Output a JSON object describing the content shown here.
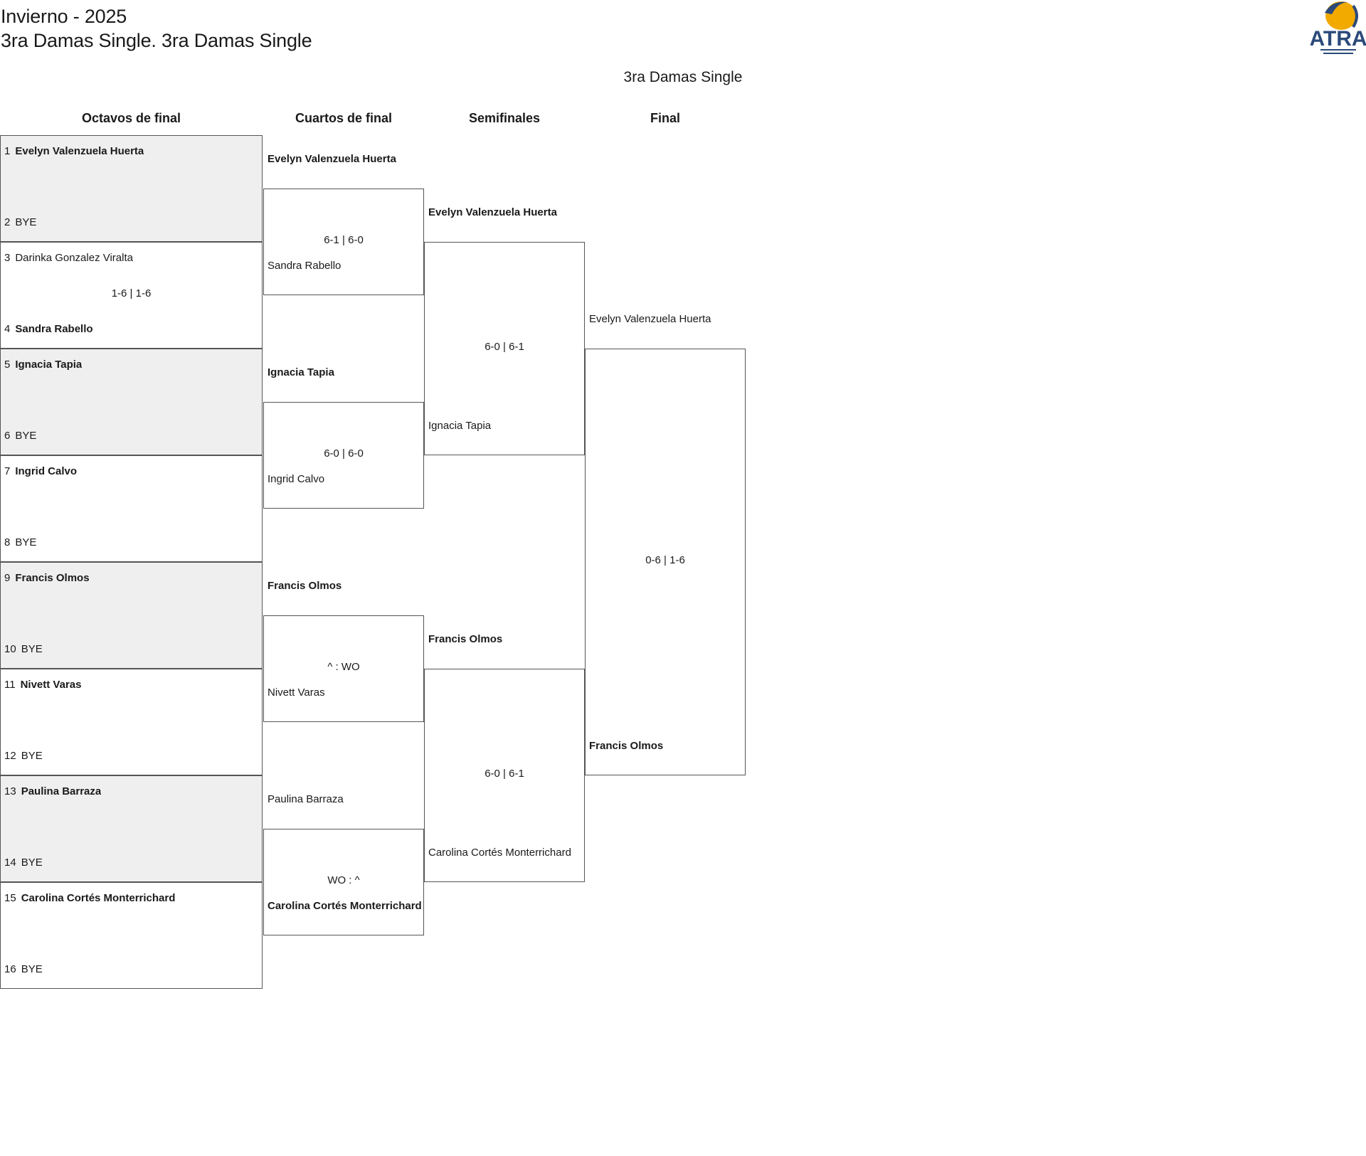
{
  "header": {
    "event": "Invierno - 2025",
    "category": "3ra Damas Single. 3ra Damas Single",
    "bracket_title": "3ra Damas Single",
    "logo_text": "ATRA"
  },
  "rounds": [
    "Octavos de final",
    "Cuartos de final",
    "Semifinales",
    "Final"
  ],
  "r16": [
    {
      "a_seed": "1",
      "a": "Evelyn Valenzuela Huerta",
      "a_win": true,
      "b_seed": "2",
      "b": "BYE",
      "b_win": false,
      "score": ""
    },
    {
      "a_seed": "3",
      "a": "Darinka Gonzalez Viralta",
      "a_win": false,
      "b_seed": "4",
      "b": "Sandra Rabello",
      "b_win": true,
      "score": "1-6 | 1-6"
    },
    {
      "a_seed": "5",
      "a": "Ignacia Tapia",
      "a_win": true,
      "b_seed": "6",
      "b": "BYE",
      "b_win": false,
      "score": ""
    },
    {
      "a_seed": "7",
      "a": "Ingrid Calvo",
      "a_win": true,
      "b_seed": "8",
      "b": "BYE",
      "b_win": false,
      "score": ""
    },
    {
      "a_seed": "9",
      "a": "Francis Olmos",
      "a_win": true,
      "b_seed": "10",
      "b": "BYE",
      "b_win": false,
      "score": ""
    },
    {
      "a_seed": "11",
      "a": "Nivett Varas",
      "a_win": true,
      "b_seed": "12",
      "b": "BYE",
      "b_win": false,
      "score": ""
    },
    {
      "a_seed": "13",
      "a": "Paulina Barraza",
      "a_win": true,
      "b_seed": "14",
      "b": "BYE",
      "b_win": false,
      "score": ""
    },
    {
      "a_seed": "15",
      "a": "Carolina Cortés Monterrichard",
      "a_win": true,
      "b_seed": "16",
      "b": "BYE",
      "b_win": false,
      "score": ""
    }
  ],
  "qf": [
    {
      "a": "Evelyn Valenzuela Huerta",
      "a_win": true,
      "b": "Sandra Rabello",
      "b_win": false,
      "score": "6-1 | 6-0"
    },
    {
      "a": "Ignacia Tapia",
      "a_win": true,
      "b": "Ingrid Calvo",
      "b_win": false,
      "score": "6-0 | 6-0"
    },
    {
      "a": "Francis Olmos",
      "a_win": true,
      "b": "Nivett Varas",
      "b_win": false,
      "score": "^ : WO"
    },
    {
      "a": "Paulina Barraza",
      "a_win": false,
      "b": "Carolina Cortés Monterrichard",
      "b_win": true,
      "score": "WO : ^"
    }
  ],
  "sf": [
    {
      "a": "Evelyn Valenzuela Huerta",
      "a_win": true,
      "b": "Ignacia Tapia",
      "b_win": false,
      "score": "6-0 | 6-1"
    },
    {
      "a": "Francis Olmos",
      "a_win": true,
      "b": "Carolina Cortés Monterrichard",
      "b_win": false,
      "score": "6-0 | 6-1"
    }
  ],
  "final": [
    {
      "a": "Evelyn Valenzuela Huerta",
      "a_win": false,
      "b": "Francis Olmos",
      "b_win": true,
      "score": "0-6 | 1-6"
    }
  ],
  "colors": {
    "border": "#555555",
    "shade": "#efefef",
    "logo_navy": "#2b4a7a",
    "logo_gold": "#f2a900"
  }
}
